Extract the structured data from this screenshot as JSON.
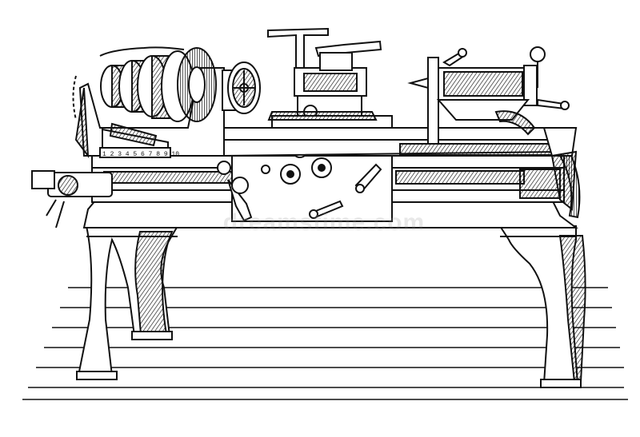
{
  "image": {
    "subject": "engraved lathe illustration",
    "style": "black ink line engraving on white",
    "colors": {
      "ink": "#111111",
      "paper": "#ffffff"
    }
  },
  "bed_plate": {
    "serial_text": "1 2 3 4 5 6 7 8 9 10"
  },
  "watermark": {
    "text": "dreamstime.com"
  }
}
